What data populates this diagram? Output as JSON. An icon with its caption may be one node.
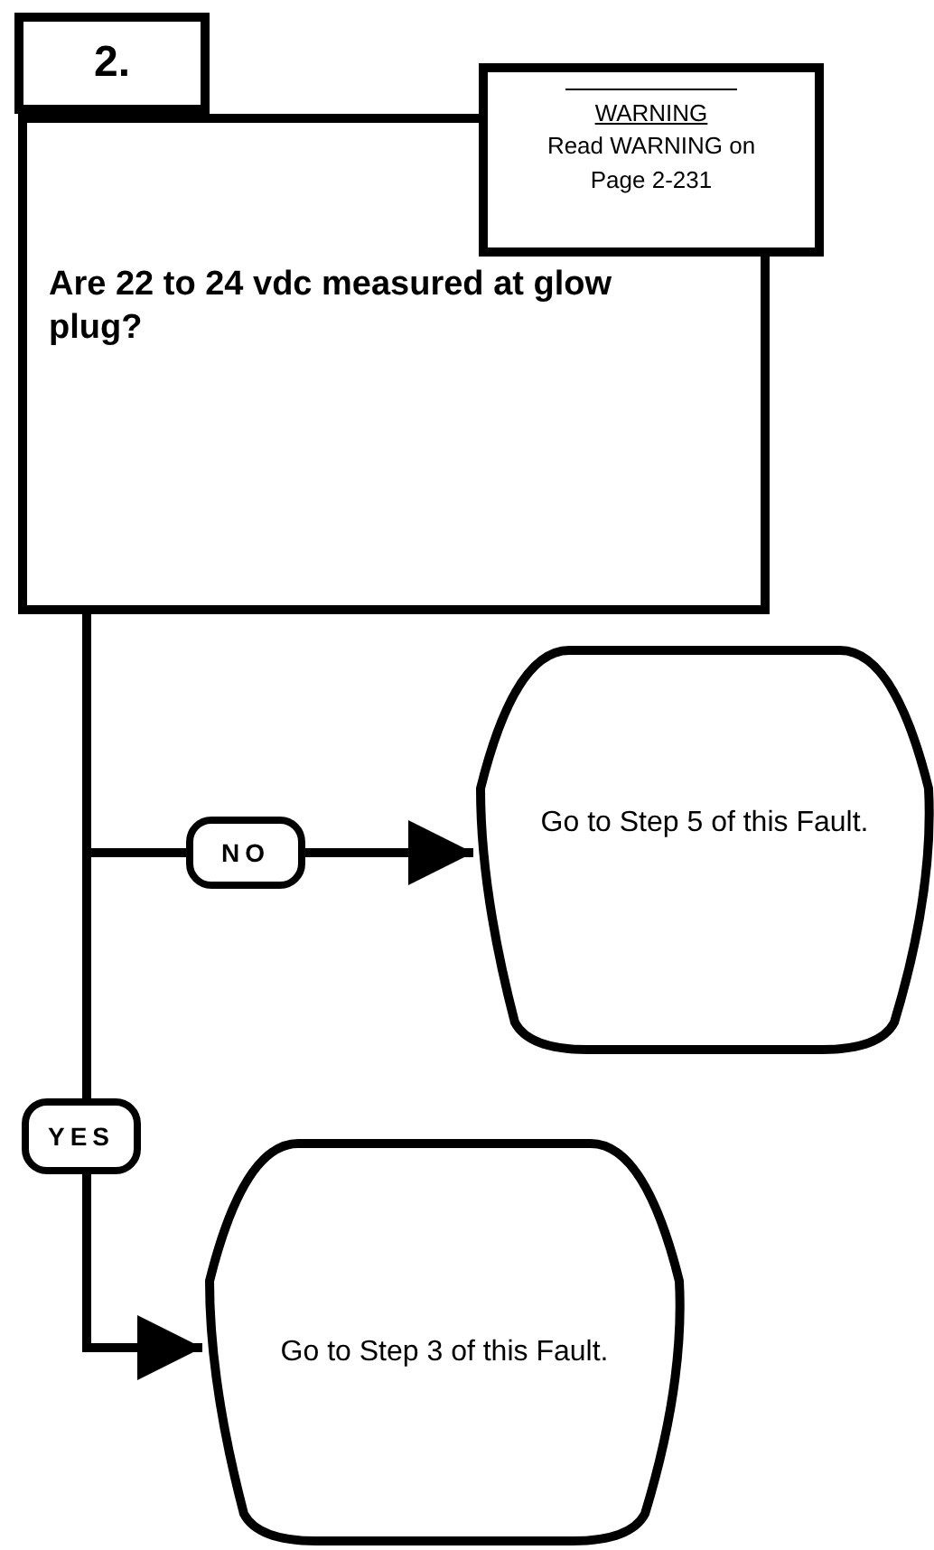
{
  "diagram": {
    "nodes": [
      {
        "text": [
          "2."
        ]
      },
      {
        "text": [
          "Are 22 to 24 vdc measured at glow plug?"
        ]
      },
      {
        "text": [
          "WARNING",
          "Read WARNING on Page 2-231"
        ]
      },
      {
        "text": [
          "Go to Step 5 of this Fault."
        ]
      },
      {
        "text": [
          "Go to Step 3 of this Fault."
        ]
      }
    ],
    "edges": [
      {
        "from": 1,
        "to": 3,
        "arrow": "to",
        "label": "NO"
      },
      {
        "from": 1,
        "to": 4,
        "arrow": "to",
        "label": "YES"
      }
    ]
  }
}
